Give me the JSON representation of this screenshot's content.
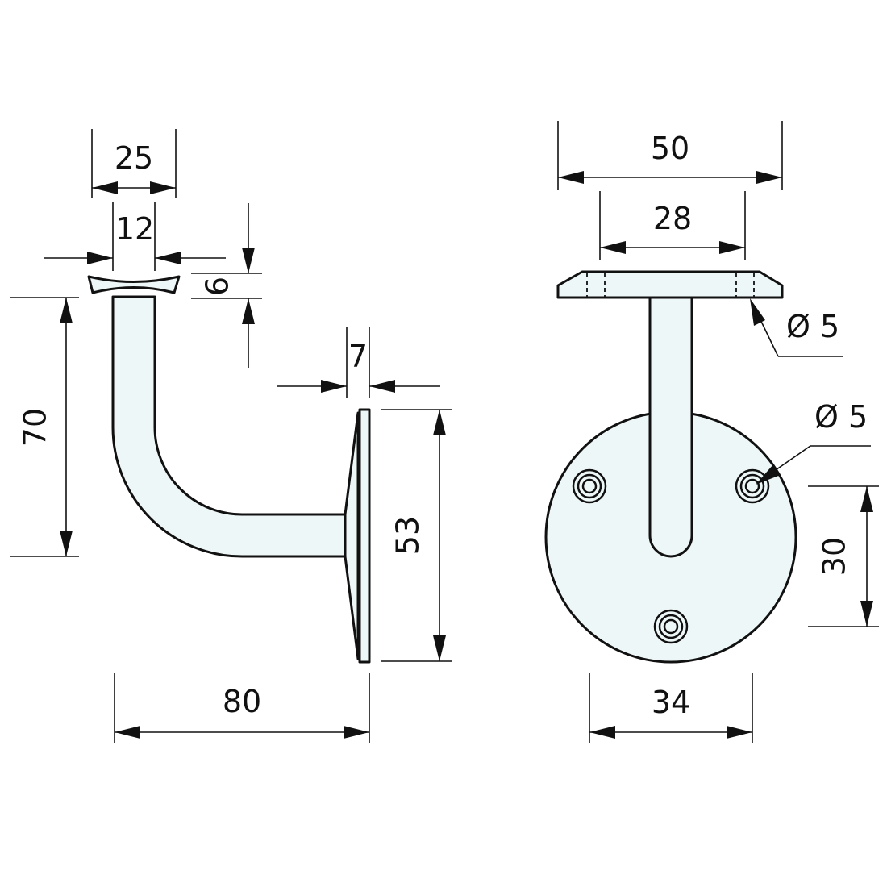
{
  "side_view": {
    "dim_top_outer": "25",
    "dim_top_inner": "12",
    "dim_saddle_height": "6",
    "dim_height": "70",
    "dim_plate_thickness": "7",
    "dim_plate_height": "53",
    "dim_projection": "80"
  },
  "front_view": {
    "dim_saddle_width": "50",
    "dim_hole_spacing": "28",
    "dim_saddle_hole": "Ø 5",
    "dim_plate_hole": "Ø 5",
    "dim_vertical_offset": "30",
    "dim_plate_diameter": "34"
  },
  "colors": {
    "part_fill": "#eef7f7",
    "line": "#111111",
    "background": "#ffffff"
  }
}
